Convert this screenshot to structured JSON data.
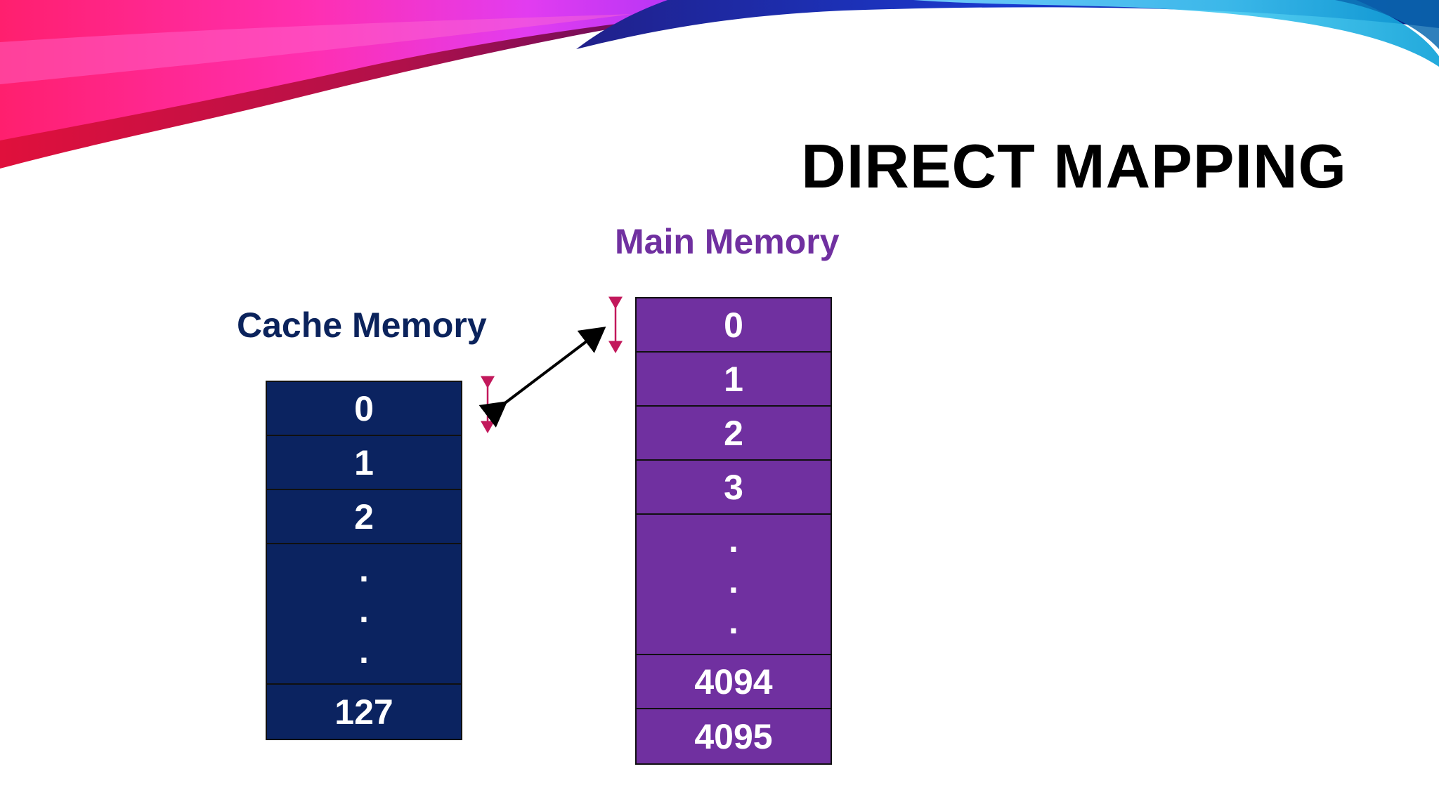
{
  "title": "DIRECT MAPPING",
  "cache": {
    "label": "Cache Memory",
    "color": "#0b2360",
    "cells": [
      "0",
      "1",
      "2"
    ],
    "dots": [
      ".",
      ".",
      "."
    ],
    "last": "127"
  },
  "main": {
    "label": "Main Memory",
    "color": "#7030a0",
    "cells": [
      "0",
      "1",
      "2",
      "3"
    ],
    "dots": [
      ".",
      ".",
      "."
    ],
    "last_cells": [
      "4094",
      "4095"
    ]
  },
  "colors": {
    "title": "#000000",
    "cache_label": "#0b235c",
    "main_label": "#7030a0",
    "size_marker": "#c2185b",
    "mapping_arrow": "#000000"
  }
}
